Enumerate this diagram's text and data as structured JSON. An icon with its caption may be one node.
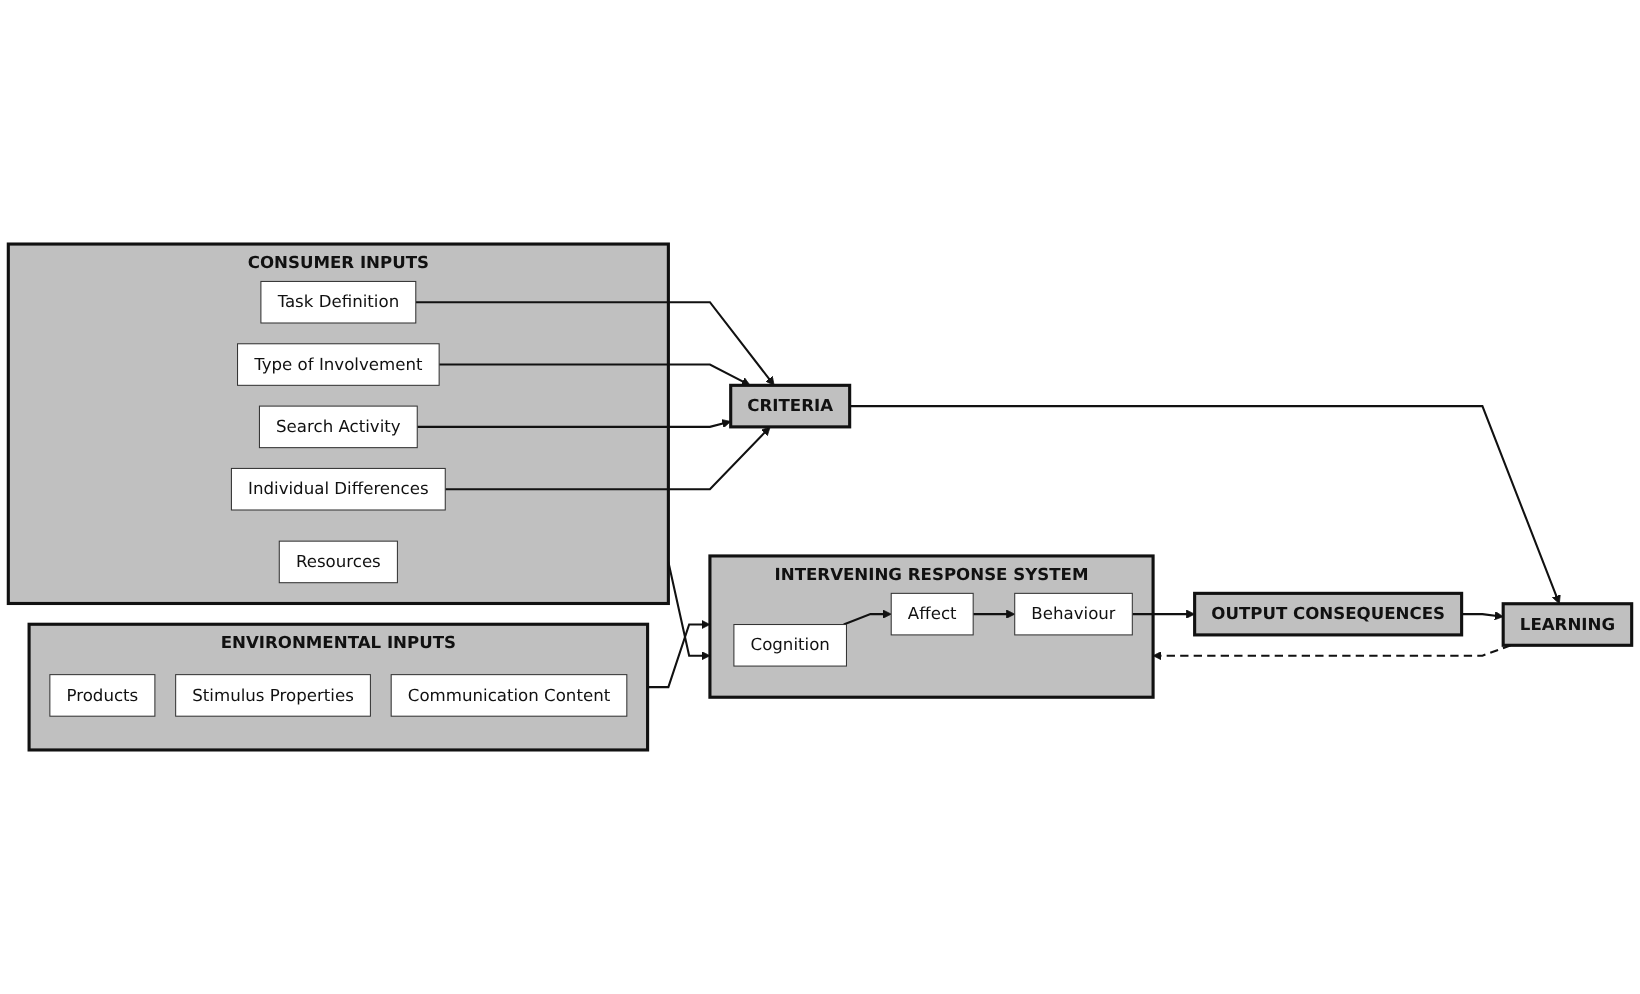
{
  "diagram": {
    "nodes": [
      {
        "text": [
          "ENVIRONMENTAL INPUTS"
        ]
      },
      {
        "text": [
          "Products"
        ],
        "in": 0
      },
      {
        "text": [
          "Stimulus Properties"
        ],
        "in": 0
      },
      {
        "text": [
          "Communication Content"
        ],
        "in": 0
      },
      {
        "text": [
          "CONSUMER INPUTS"
        ]
      },
      {
        "text": [
          "Resources"
        ],
        "in": 4
      },
      {
        "text": [
          "Task Definition"
        ],
        "in": 4
      },
      {
        "text": [
          "Type of Involvement"
        ],
        "in": 4
      },
      {
        "text": [
          "Search Activity"
        ],
        "in": 4
      },
      {
        "text": [
          "Individual Differences"
        ],
        "in": 4
      },
      {
        "text": [
          "INTERVENING RESPONSE SYSTEM"
        ]
      },
      {
        "text": [
          "Cognition"
        ],
        "in": 10
      },
      {
        "text": [
          "Affect"
        ],
        "in": 10
      },
      {
        "text": [
          "Behaviour"
        ],
        "in": 10
      },
      {
        "text": [
          "CRITERIA"
        ]
      },
      {
        "text": [
          "LEARNING"
        ]
      },
      {
        "text": [
          "OUTPUT CONSEQUENCES"
        ]
      }
    ],
    "edges": [
      {
        "from": 0,
        "to": 10,
        "arrow": "to"
      },
      {
        "from": 4,
        "to": 10,
        "arrow": "to"
      },
      {
        "from": 11,
        "to": 12,
        "arrow": "to"
      },
      {
        "from": 12,
        "to": 13,
        "arrow": "to"
      },
      {
        "from": 6,
        "to": 14,
        "arrow": "to"
      },
      {
        "from": 7,
        "to": 14,
        "arrow": "to"
      },
      {
        "from": 8,
        "to": 14,
        "arrow": "to"
      },
      {
        "from": 9,
        "to": 14,
        "arrow": "to"
      },
      {
        "from": 14,
        "to": 15,
        "arrow": "to"
      },
      {
        "from": 13,
        "to": 16,
        "arrow": "to"
      },
      {
        "from": 16,
        "to": 15,
        "arrow": "to"
      },
      {
        "from": 15,
        "to": 10,
        "arrow": "to",
        "style": "dashed"
      }
    ]
  }
}
